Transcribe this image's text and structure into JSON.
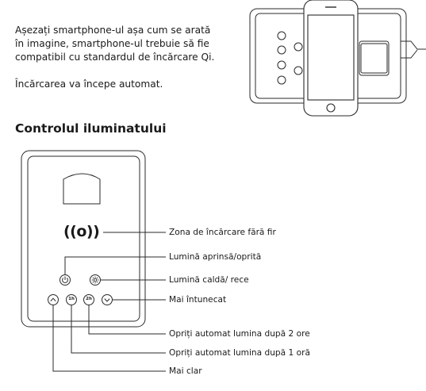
{
  "intro": {
    "line1": "Așezați smartphone-ul așa cum se arată",
    "line2": "în imagine, smartphone-ul trebuie să fie",
    "line3": "compatibil cu standardul de încărcare Qi.",
    "line4": "Încărcarea va începe automat."
  },
  "section_title": "Controlul iluminatului",
  "device": {
    "wireless_symbol": "((o))",
    "button_1h": "1h",
    "button_2h": "2h"
  },
  "callouts": {
    "charging_zone": "Zona de încărcare fără fir",
    "light_on_off": "Lumină aprinsă/oprită",
    "warm_cold": "Lumină caldă/ rece",
    "darker": "Mai întunecat",
    "auto_off_2h": "Opriți automat lumina după 2 ore",
    "auto_off_1h": "Opriți automat lumina după 1 oră",
    "brighter": "Mai clar"
  },
  "icons": [
    "power-icon",
    "sun-icon",
    "chevron-up-icon",
    "chevron-down-icon",
    "wireless-charging-icon",
    "phone-icon"
  ]
}
